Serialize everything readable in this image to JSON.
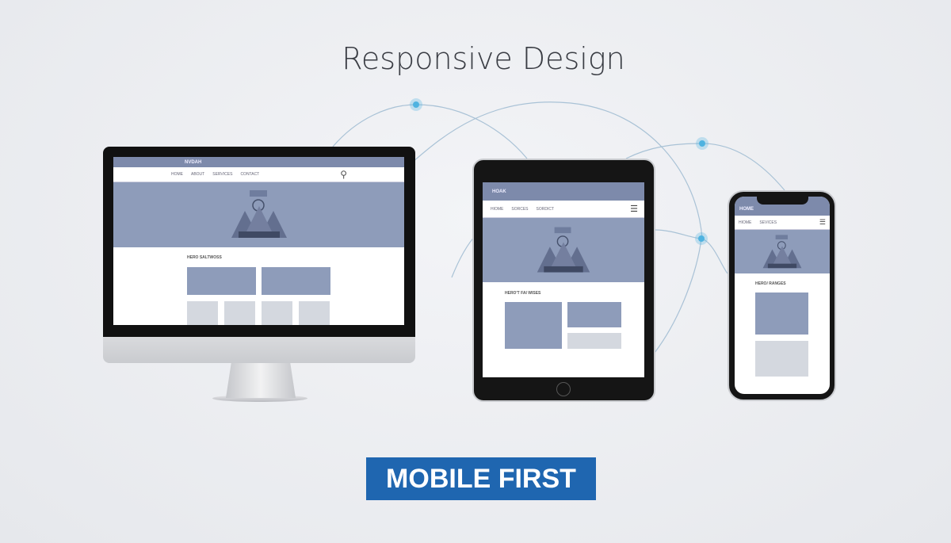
{
  "title": "Responsive Design",
  "badge": "MOBILE FIRST",
  "colors": {
    "accent": "#1f66b0",
    "wireframe": "#8e9cba",
    "node": "#4fb3e0"
  },
  "desktop": {
    "brand": "NVDAH",
    "nav": [
      "HOME",
      "ABOUT",
      "SERVICES",
      "CONTACT"
    ],
    "section": "HERO SALTWOSS",
    "icons": [
      "search-icon"
    ]
  },
  "tablet": {
    "brand": "HOAK",
    "nav": [
      "HIOME",
      "SORCES",
      "SORDICT"
    ],
    "section": "HERO'T FAI WISES",
    "icons": [
      "hamburger-icon"
    ]
  },
  "phone": {
    "brand": "HOME",
    "nav": [
      "HIOME",
      "SEVICES"
    ],
    "section": "HERO/ RANGES",
    "icons": [
      "hamburger-icon"
    ]
  }
}
